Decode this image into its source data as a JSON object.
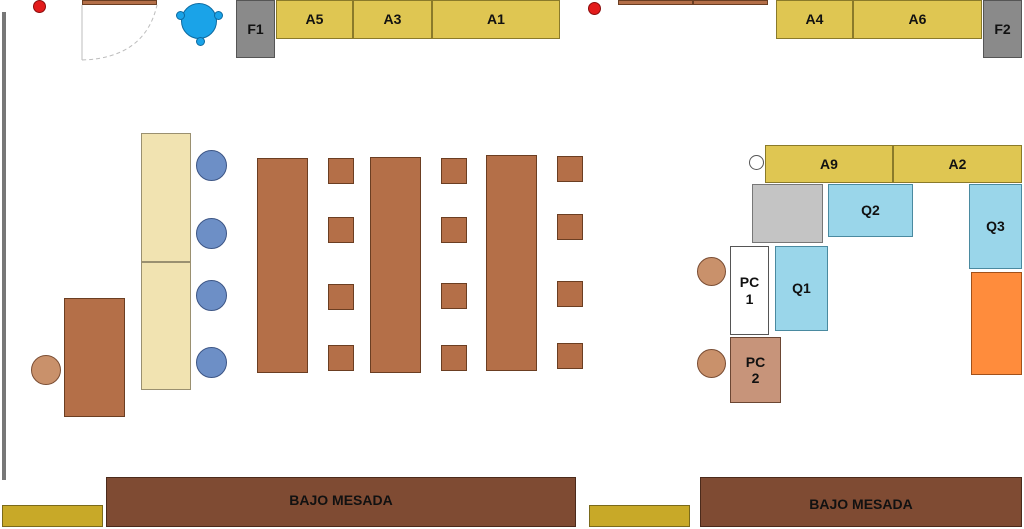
{
  "labels": {
    "f1": "F1",
    "f2": "F2",
    "a1": "A1",
    "a2": "A2",
    "a3": "A3",
    "a4": "A4",
    "a5": "A5",
    "a6": "A6",
    "a9": "A9",
    "q1": "Q1",
    "q2": "Q2",
    "q3": "Q3",
    "pc1": "PC 1",
    "pc2": "PC 2",
    "bajo_mesada_left": "BAJO MESADA",
    "bajo_mesada_right": "BAJO MESADA"
  },
  "colors": {
    "shelf": "#dfc652",
    "cabinet": "#8a8a8a",
    "table": "#b46f48",
    "bench": "#f1e3b1",
    "chair": "#6d8fc6",
    "fire_extinguisher_marker": "#e31b1b",
    "shower": "#1aa3e8",
    "under_counter": "#7f4b33",
    "orange_cabinet": "#ff8c3c"
  }
}
